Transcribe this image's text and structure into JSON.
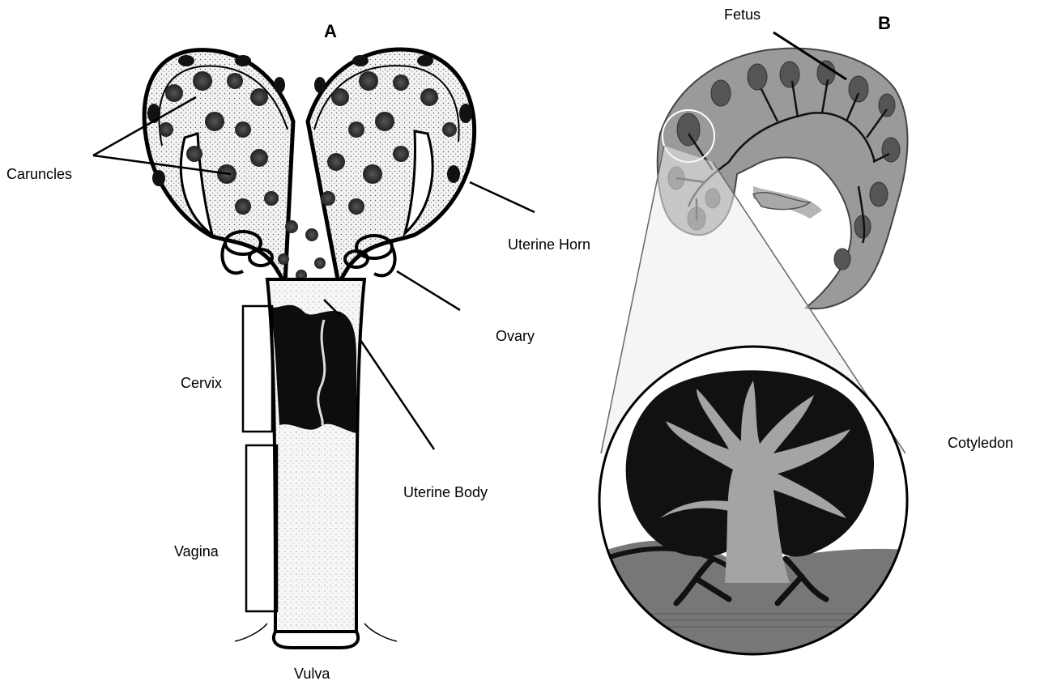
{
  "panels": {
    "a": "A",
    "b": "B"
  },
  "labels": {
    "caruncles": "Caruncles",
    "uterine_horn": "Uterine Horn",
    "ovary": "Ovary",
    "cervix": "Cervix",
    "uterine_body": "Uterine Body",
    "vagina": "Vagina",
    "vulva": "Vulva",
    "fetus": "Fetus",
    "cotyledon": "Cotyledon"
  }
}
